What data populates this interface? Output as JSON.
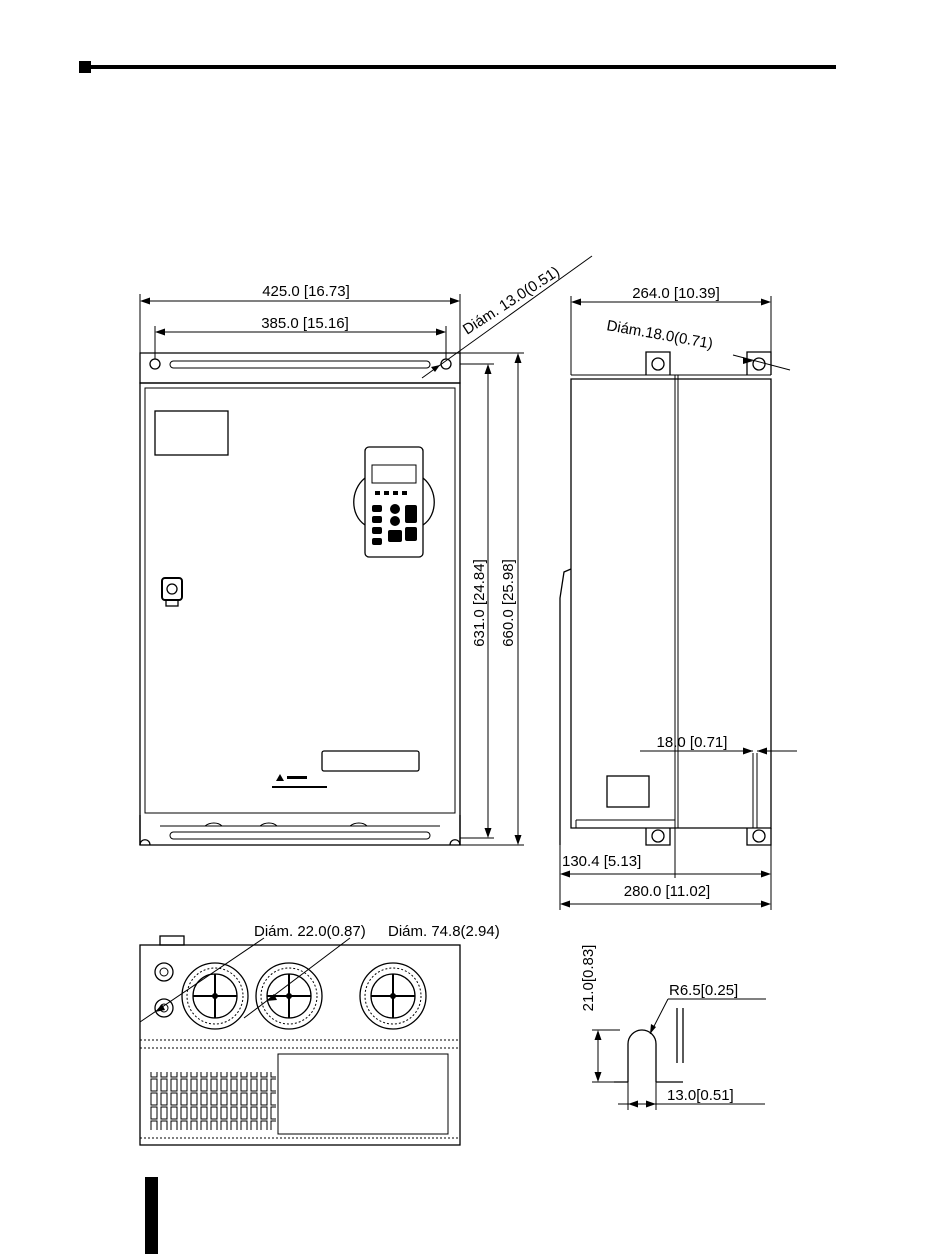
{
  "header": {
    "accent_color": "#000000"
  },
  "front_view": {
    "overall_width": "425.0 [16.73]",
    "mount_hole_spacing": "385.0 [15.16]",
    "mount_hole_diameter": "Diám. 13.0(0.51)",
    "mount_height": "631.0 [24.84]",
    "overall_height": "660.0 [25.98]"
  },
  "side_view": {
    "depth": "264.0 [10.39]",
    "hole_diameter": "Diám.18.0(0.71)",
    "flange_offset": "18.0 [0.71]",
    "panel_offset": "130.4 [5.13]",
    "total_depth": "280.0 [11.02]"
  },
  "bottom_view": {
    "small_hole_diameter": "Diám. 22.0(0.87)",
    "fan_diameter": "Diám. 74.8(2.94)"
  },
  "slot_detail": {
    "height": "21.0[0.83]",
    "radius": "R6.5[0.25]",
    "width": "13.0[0.51]"
  }
}
